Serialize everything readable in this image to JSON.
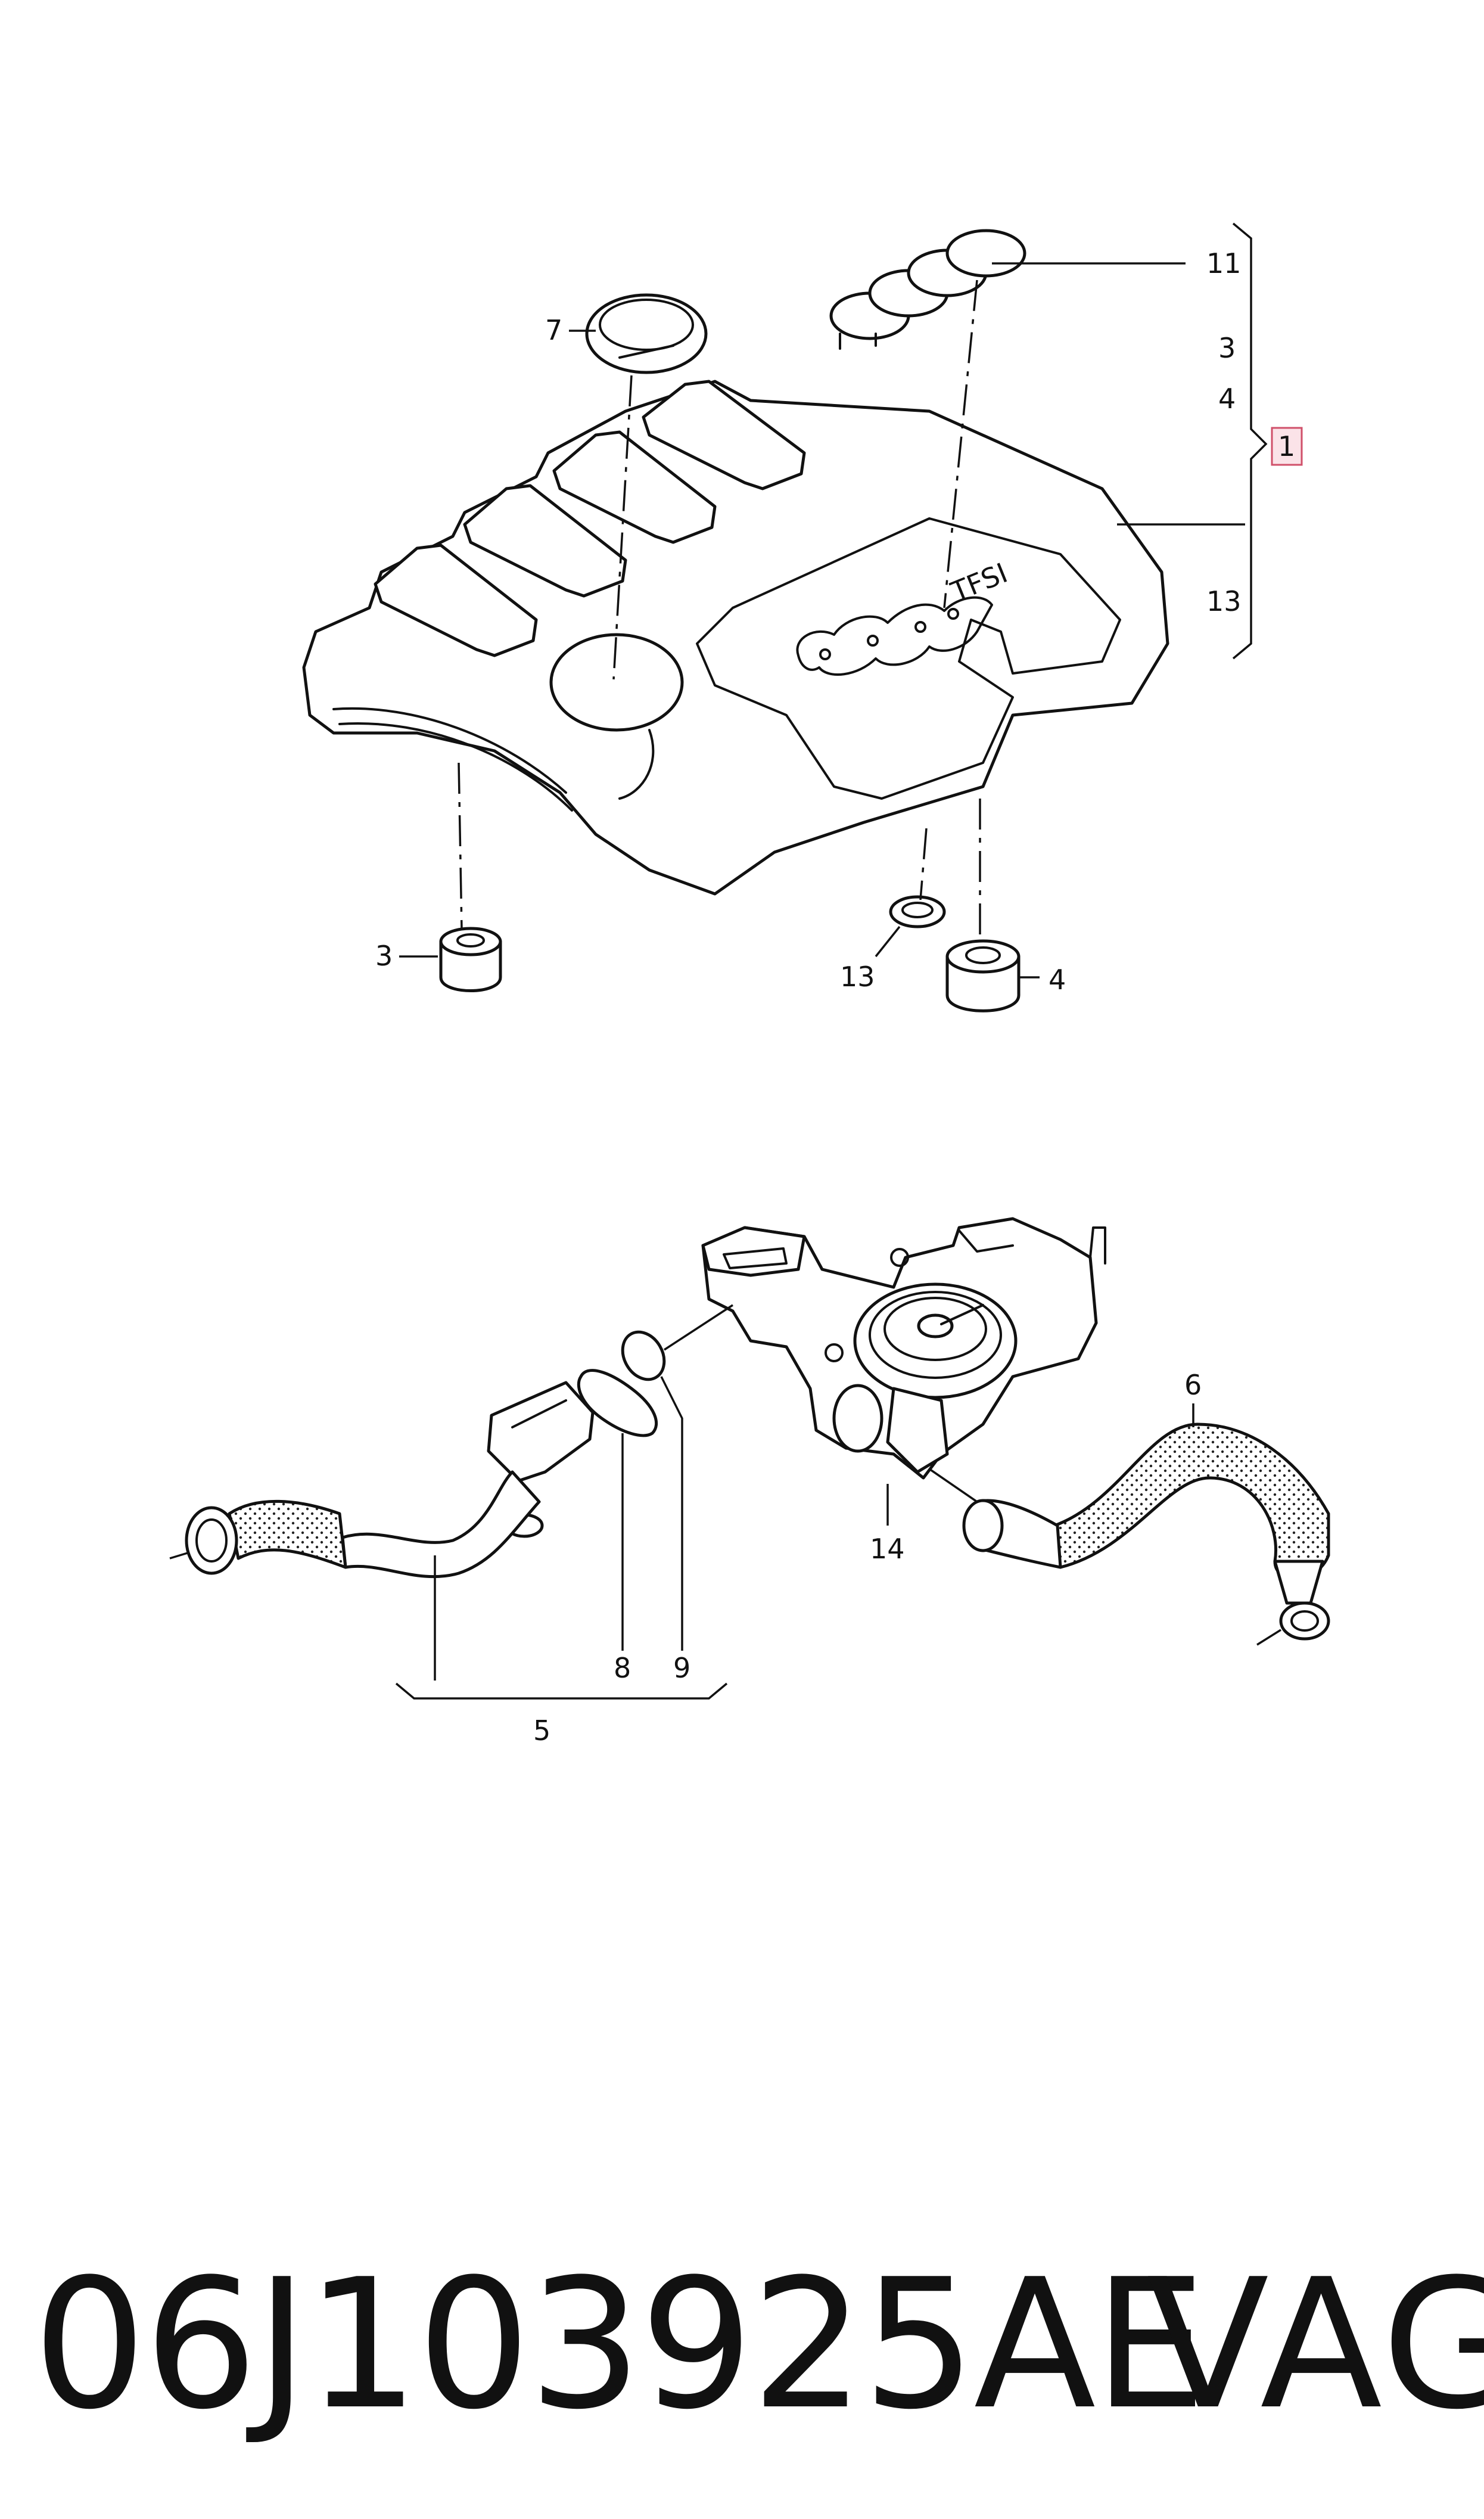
{
  "callouts": {
    "c1": "1",
    "c3_list": "3",
    "c4_list": "4",
    "c11": "11",
    "c13_list": "13",
    "c7": "7",
    "c3": "3",
    "c13": "13",
    "c4": "4",
    "c6": "6",
    "c14": "14",
    "c8": "8",
    "c9": "9",
    "c5": "5"
  },
  "cover_emblem_text": "TFSI",
  "footer": {
    "part_number": "06J103925AE",
    "brand": "VAG"
  },
  "colors": {
    "line": "#111111",
    "reference_box_fill": "#fbe3e8",
    "reference_box_stroke": "#d0506a"
  }
}
